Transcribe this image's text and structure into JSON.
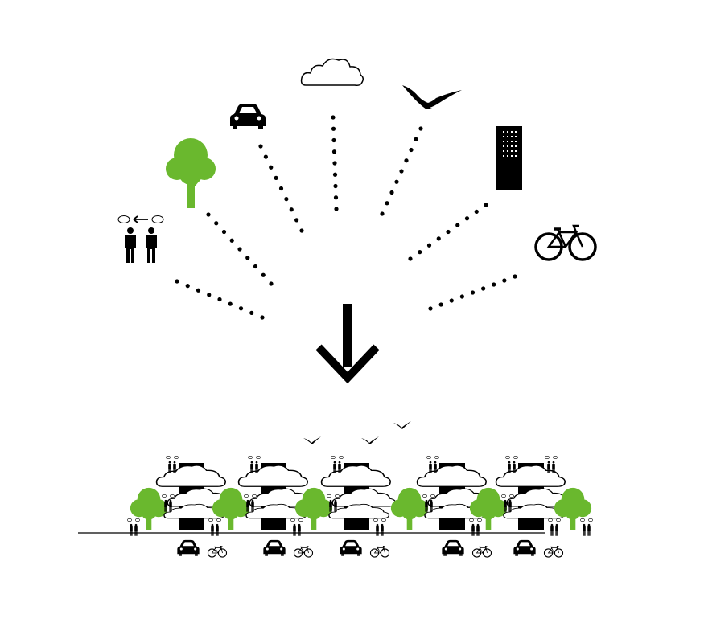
{
  "colors": {
    "ink": "#000000",
    "tree_green": "#6ab82e",
    "background": "#ffffff"
  },
  "elements": {
    "top_icons": [
      "people-talking-icon",
      "tree-icon",
      "car-icon",
      "cloud-icon",
      "bird-icon",
      "building-icon",
      "bicycle-icon"
    ],
    "central_arrow": "down-arrow-icon",
    "result_scene": "mixed-street-section"
  },
  "scene": {
    "blocks": 5,
    "birds": 3,
    "street_pairs": [
      "car-icon",
      "bicycle-icon"
    ]
  }
}
